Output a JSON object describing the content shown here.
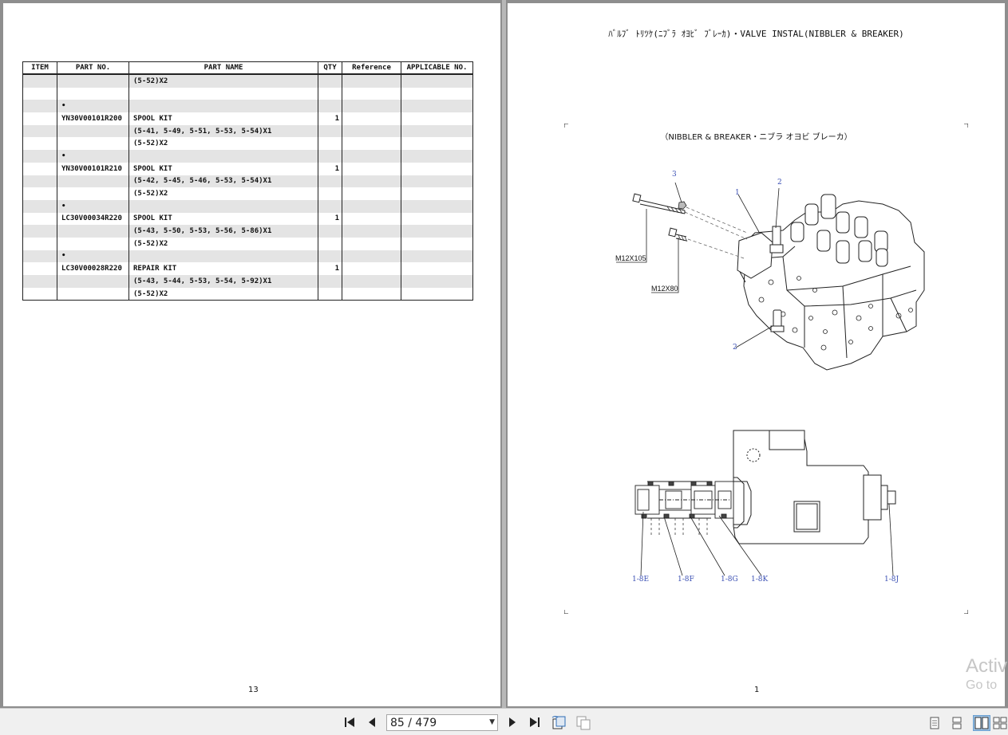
{
  "left_page": {
    "table": {
      "headers": {
        "item": "ITEM",
        "part_no": "PART NO.",
        "part_name": "PART NAME",
        "qty": "QTY",
        "reference": "Reference",
        "applicable_no": "APPLICABLE NO."
      },
      "rows": [
        {
          "item": "",
          "part_no": "",
          "part_name": "(5-52)X2",
          "qty": "",
          "reference": "",
          "applicable_no": ""
        },
        {
          "item": "",
          "part_no": "",
          "part_name": "",
          "qty": "",
          "reference": "",
          "applicable_no": ""
        },
        {
          "item": "",
          "part_no": "•",
          "part_name": "",
          "qty": "",
          "reference": "",
          "applicable_no": ""
        },
        {
          "item": "",
          "part_no": "YN30V00101R200",
          "part_name": "SPOOL KIT",
          "qty": "1",
          "reference": "",
          "applicable_no": ""
        },
        {
          "item": "",
          "part_no": "",
          "part_name": "(5-41, 5-49, 5-51, 5-53, 5-54)X1",
          "qty": "",
          "reference": "",
          "applicable_no": ""
        },
        {
          "item": "",
          "part_no": "",
          "part_name": "(5-52)X2",
          "qty": "",
          "reference": "",
          "applicable_no": ""
        },
        {
          "item": "",
          "part_no": "•",
          "part_name": "",
          "qty": "",
          "reference": "",
          "applicable_no": ""
        },
        {
          "item": "",
          "part_no": "YN30V00101R210",
          "part_name": "SPOOL KIT",
          "qty": "1",
          "reference": "",
          "applicable_no": ""
        },
        {
          "item": "",
          "part_no": "",
          "part_name": "(5-42, 5-45, 5-46, 5-53, 5-54)X1",
          "qty": "",
          "reference": "",
          "applicable_no": ""
        },
        {
          "item": "",
          "part_no": "",
          "part_name": "(5-52)X2",
          "qty": "",
          "reference": "",
          "applicable_no": ""
        },
        {
          "item": "",
          "part_no": "•",
          "part_name": "",
          "qty": "",
          "reference": "",
          "applicable_no": ""
        },
        {
          "item": "",
          "part_no": "LC30V00034R220",
          "part_name": "SPOOL KIT",
          "qty": "1",
          "reference": "",
          "applicable_no": ""
        },
        {
          "item": "",
          "part_no": "",
          "part_name": "(5-43, 5-50, 5-53, 5-56, 5-86)X1",
          "qty": "",
          "reference": "",
          "applicable_no": ""
        },
        {
          "item": "",
          "part_no": "",
          "part_name": "(5-52)X2",
          "qty": "",
          "reference": "",
          "applicable_no": ""
        },
        {
          "item": "",
          "part_no": "•",
          "part_name": "",
          "qty": "",
          "reference": "",
          "applicable_no": ""
        },
        {
          "item": "",
          "part_no": "LC30V00028R220",
          "part_name": "REPAIR KIT",
          "qty": "1",
          "reference": "",
          "applicable_no": ""
        },
        {
          "item": "",
          "part_no": "",
          "part_name": "(5-43, 5-44, 5-53, 5-54, 5-92)X1",
          "qty": "",
          "reference": "",
          "applicable_no": ""
        },
        {
          "item": "",
          "part_no": "",
          "part_name": "(5-52)X2",
          "qty": "",
          "reference": "",
          "applicable_no": ""
        }
      ]
    },
    "page_number": "13"
  },
  "right_page": {
    "title": "ﾊﾞﾙﾌﾞ ﾄﾘﾂｹ(ﾆﾌﾞﾗ ｵﾖﾋﾞ ﾌﾞﾚｰｶ)・VALVE INSTAL(NIBBLER & BREAKER)",
    "diagram_caption": "（NIBBLER & BREAKER・ニブラ オヨビ ブレーカ）",
    "callouts": {
      "c3": "3",
      "c1": "1",
      "c2_top": "2",
      "c2_bottom": "2",
      "m12x105": "M12X105",
      "m12x80": "M12X80",
      "s8e": "1-8E",
      "s8f": "1-8F",
      "s8g": "1-8G",
      "s8k": "1-8K",
      "s8j": "1-8J"
    },
    "page_number": "1"
  },
  "watermark": {
    "line1": "Activ",
    "line2": "Go to"
  },
  "toolbar": {
    "page_indicator": "85 / 479"
  },
  "icons": {
    "first_page": "skip-to-start-icon",
    "prev_page": "triangle-left-icon",
    "next_page": "triangle-right-icon",
    "last_page": "skip-to-end-icon",
    "rotate": "rotate-page-icon",
    "view_single": "single-page-icon",
    "view_continuous": "continuous-page-icon",
    "view_facing": "facing-pages-icon"
  }
}
